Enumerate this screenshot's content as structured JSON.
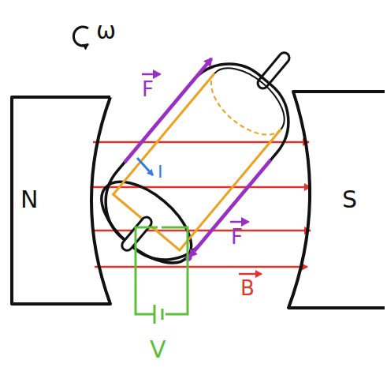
{
  "diagram": {
    "nodes": [
      {
        "text": [
          "N"
        ]
      },
      {
        "text": [
          "S"
        ]
      }
    ],
    "labels": [
      "ω",
      "F",
      "I",
      "F",
      "B",
      "V"
    ]
  }
}
